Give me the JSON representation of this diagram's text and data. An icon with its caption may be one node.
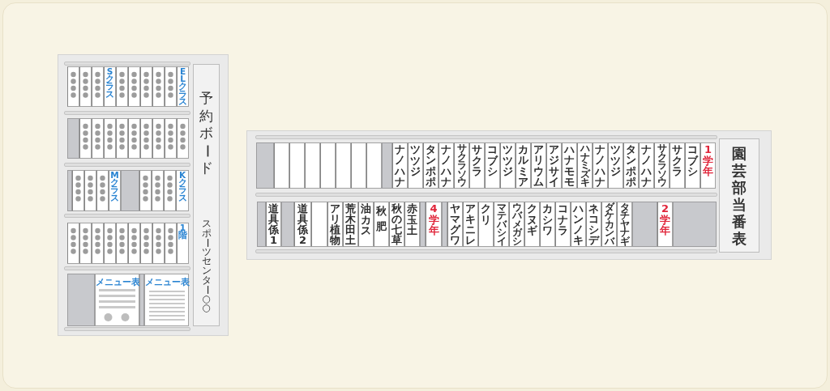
{
  "diagram": {
    "nodes": [
      {
        "text": [],
        "shape": "box"
      },
      {
        "text": [
          "予約ボード",
          "スポーツセンター○○"
        ],
        "in": 0
      },
      {
        "text": [],
        "shape": "box",
        "in": 0
      },
      {
        "text": [],
        "shape": "box",
        "in": 0
      },
      {
        "text": [],
        "shape": "box",
        "in": 0
      },
      {
        "text": [
          "Sクラス"
        ],
        "in": 0
      },
      {
        "text": [],
        "shape": "box",
        "in": 0
      },
      {
        "text": [],
        "shape": "box",
        "in": 0
      },
      {
        "text": [],
        "shape": "box",
        "in": 0
      },
      {
        "text": [],
        "shape": "box",
        "in": 0
      },
      {
        "text": [],
        "shape": "box",
        "in": 0
      },
      {
        "text": [
          "ELクラス"
        ],
        "in": 0
      },
      {
        "text": [],
        "shape": "box",
        "in": 0
      },
      {
        "text": [],
        "shape": "box",
        "in": 0
      },
      {
        "text": [],
        "shape": "box",
        "in": 0
      },
      {
        "text": [],
        "shape": "box",
        "in": 0
      },
      {
        "text": [],
        "shape": "box",
        "in": 0
      },
      {
        "text": [],
        "shape": "box",
        "in": 0
      },
      {
        "text": [],
        "shape": "box",
        "in": 0
      },
      {
        "text": [],
        "shape": "box",
        "in": 0
      },
      {
        "text": [],
        "shape": "box",
        "in": 0
      },
      {
        "text": [],
        "shape": "box",
        "in": 0
      },
      {
        "text": [],
        "shape": "box",
        "in": 0
      },
      {
        "text": [],
        "shape": "box",
        "in": 0
      },
      {
        "text": [
          "Mクラス"
        ],
        "in": 0
      },
      {
        "text": [],
        "shape": "box",
        "in": 0
      },
      {
        "text": [],
        "shape": "box",
        "in": 0
      },
      {
        "text": [],
        "shape": "box",
        "in": 0
      },
      {
        "text": [
          "Kクラス"
        ],
        "in": 0
      },
      {
        "text": [],
        "shape": "box",
        "in": 0
      },
      {
        "text": [],
        "shape": "box",
        "in": 0
      },
      {
        "text": [],
        "shape": "box",
        "in": 0
      },
      {
        "text": [],
        "shape": "box",
        "in": 0
      },
      {
        "text": [],
        "shape": "box",
        "in": 0
      },
      {
        "text": [],
        "shape": "box",
        "in": 0
      },
      {
        "text": [],
        "shape": "box",
        "in": 0
      },
      {
        "text": [],
        "shape": "box",
        "in": 0
      },
      {
        "text": [],
        "shape": "box",
        "in": 0
      },
      {
        "text": [
          "1階"
        ],
        "in": 0
      },
      {
        "text": [
          "メニュー表"
        ],
        "in": 0
      },
      {
        "text": [
          "メニュー表"
        ],
        "in": 0
      },
      {
        "text": [],
        "shape": "box"
      },
      {
        "text": [
          "園芸部当番表"
        ],
        "in": 41
      },
      {
        "text": [],
        "shape": "box",
        "in": 41
      },
      {
        "text": [],
        "shape": "box",
        "in": 41
      },
      {
        "text": [],
        "shape": "box",
        "in": 41
      },
      {
        "text": [],
        "shape": "box",
        "in": 41
      },
      {
        "text": [],
        "shape": "box",
        "in": 41
      },
      {
        "text": [],
        "shape": "box",
        "in": 41
      },
      {
        "text": [],
        "shape": "box",
        "in": 41
      },
      {
        "text": [
          "ナノハナ"
        ],
        "in": 41
      },
      {
        "text": [
          "ツツジ"
        ],
        "in": 41
      },
      {
        "text": [
          "タンポポ"
        ],
        "in": 41
      },
      {
        "text": [
          "ナノハナ"
        ],
        "in": 41
      },
      {
        "text": [
          "サクラソウ"
        ],
        "in": 41
      },
      {
        "text": [
          "サクラ"
        ],
        "in": 41
      },
      {
        "text": [
          "コブシ"
        ],
        "in": 41
      },
      {
        "text": [
          "ツツジ"
        ],
        "in": 41
      },
      {
        "text": [
          "カルミア"
        ],
        "in": 41
      },
      {
        "text": [
          "アリウム"
        ],
        "in": 41
      },
      {
        "text": [
          "アジサイ"
        ],
        "in": 41
      },
      {
        "text": [
          "ハナモモ"
        ],
        "in": 41
      },
      {
        "text": [
          "ハナミズキ"
        ],
        "in": 41
      },
      {
        "text": [
          "ナノハナ"
        ],
        "in": 41
      },
      {
        "text": [
          "ツツジ"
        ],
        "in": 41
      },
      {
        "text": [
          "タンポポ"
        ],
        "in": 41
      },
      {
        "text": [
          "ナノハナ"
        ],
        "in": 41
      },
      {
        "text": [
          "サクラソウ"
        ],
        "in": 41
      },
      {
        "text": [
          "サクラ"
        ],
        "in": 41
      },
      {
        "text": [
          "コブシ"
        ],
        "in": 41
      },
      {
        "text": [
          "1学年"
        ],
        "in": 41
      },
      {
        "text": [
          "道具係1"
        ],
        "in": 41
      },
      {
        "text": [
          "道具係2"
        ],
        "in": 41
      },
      {
        "text": [],
        "shape": "box",
        "in": 41
      },
      {
        "text": [
          "アリ植物"
        ],
        "in": 41
      },
      {
        "text": [
          "荒木田土"
        ],
        "in": 41
      },
      {
        "text": [
          "油カス"
        ],
        "in": 41
      },
      {
        "text": [
          "秋肥"
        ],
        "in": 41
      },
      {
        "text": [
          "秋の七草"
        ],
        "in": 41
      },
      {
        "text": [
          "赤玉土"
        ],
        "in": 41
      },
      {
        "text": [
          "4学年"
        ],
        "in": 41
      },
      {
        "text": [
          "ヤマグワ"
        ],
        "in": 41
      },
      {
        "text": [
          "アキニレ"
        ],
        "in": 41
      },
      {
        "text": [
          "クリ"
        ],
        "in": 41
      },
      {
        "text": [
          "マテバシイ"
        ],
        "in": 41
      },
      {
        "text": [
          "ウバメガシ"
        ],
        "in": 41
      },
      {
        "text": [
          "クヌギ"
        ],
        "in": 41
      },
      {
        "text": [
          "カシワ"
        ],
        "in": 41
      },
      {
        "text": [
          "コナラ"
        ],
        "in": 41
      },
      {
        "text": [
          "ハンノキ"
        ],
        "in": 41
      },
      {
        "text": [
          "ネコシデ"
        ],
        "in": 41
      },
      {
        "text": [
          "ダケカンバ"
        ],
        "in": 41
      },
      {
        "text": [
          "タチヤナギ"
        ],
        "in": 41
      },
      {
        "text": [
          "2学年"
        ],
        "in": 41
      }
    ]
  }
}
